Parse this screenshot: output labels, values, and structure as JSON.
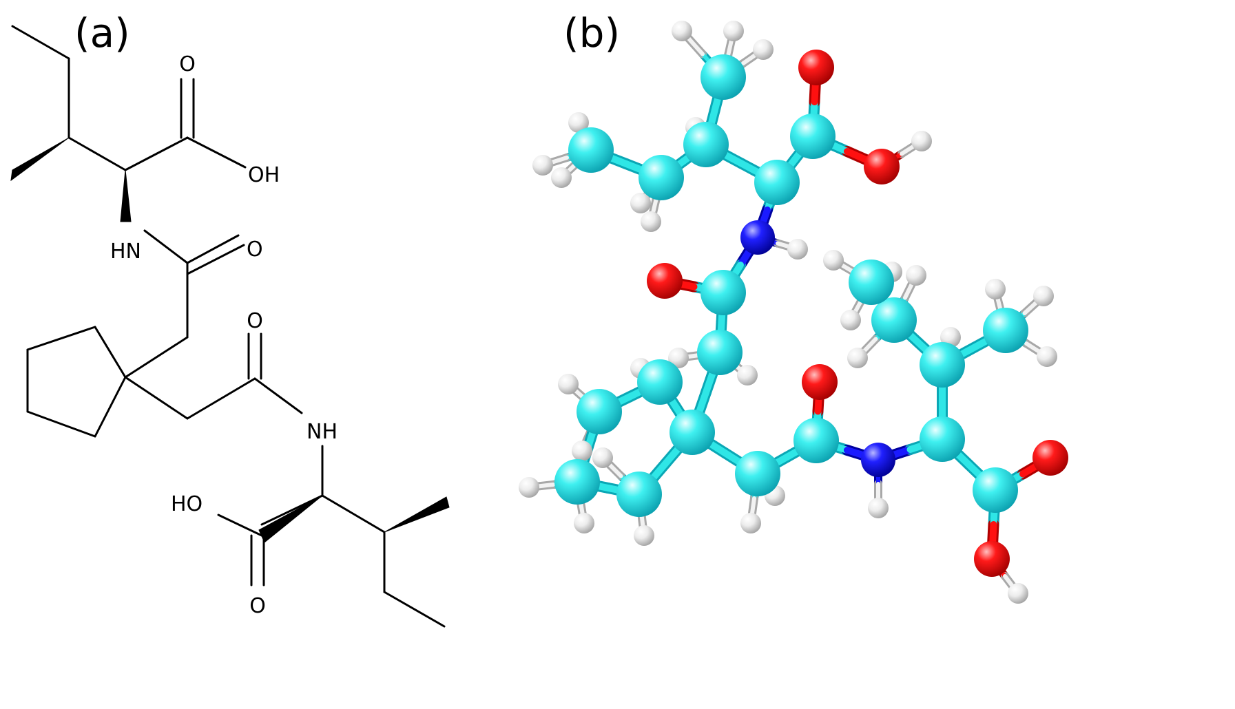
{
  "panels": {
    "a": {
      "label": "(a)"
    },
    "b": {
      "label": "(b)"
    }
  },
  "structure_2d": {
    "atom_labels": {
      "oh_top": "OH",
      "o_top": "O",
      "hn_upper": "HN",
      "o_amide_upper": "O",
      "o_amide_lower": "O",
      "nh_lower": "NH",
      "ho_lower": "HO",
      "o_bottom": "O"
    }
  },
  "colors": {
    "carbon": "#2fe6e6",
    "carbon_dark": "#0aa7b5",
    "oxygen": "#ff1010",
    "oxygen_dark": "#b00000",
    "nitrogen": "#1a1aff",
    "nitrogen_dark": "#0000a0",
    "hydrogen": "#f2f2f2",
    "hydrogen_dark": "#a8a8a8",
    "bond_line": "#000000"
  }
}
